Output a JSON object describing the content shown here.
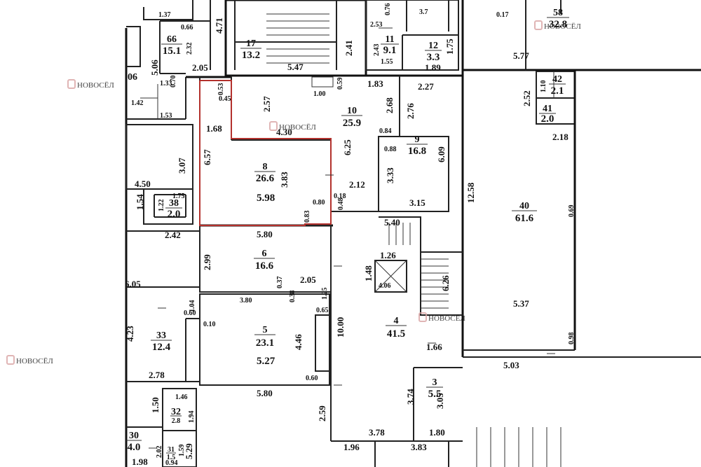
{
  "colors": {
    "highlight": "#b3312d",
    "watermark": "#d9a3a3"
  },
  "watermark": {
    "brand": "НОВОСЁЛ"
  },
  "rooms": {
    "r66": {
      "num": "66",
      "area": "15.1"
    },
    "r17": {
      "num": "17",
      "area": "13.2"
    },
    "r11": {
      "num": "11",
      "area": "9.1"
    },
    "r12": {
      "num": "12",
      "area": "3.3"
    },
    "r58": {
      "num": "58",
      "area": "32.8"
    },
    "r42": {
      "num": "42",
      "area": "2.1"
    },
    "r41": {
      "num": "41",
      "area": "2.0"
    },
    "r10": {
      "num": "10",
      "area": "25.9"
    },
    "r9": {
      "num": "9",
      "area": "16.8"
    },
    "r8": {
      "num": "8",
      "area": "26.6"
    },
    "r38": {
      "num": "38",
      "area": "2.0"
    },
    "r40": {
      "num": "40",
      "area": "61.6"
    },
    "r6": {
      "num": "6",
      "area": "16.6"
    },
    "r4": {
      "num": "4",
      "area": "41.5"
    },
    "r33": {
      "num": "33",
      "area": "12.4"
    },
    "r5": {
      "num": "5",
      "area": "23.1"
    },
    "r3": {
      "num": "3",
      "area": "5.5"
    },
    "r32": {
      "num": "32",
      "area": "2.8"
    },
    "r30": {
      "num": "30",
      "area": "4.0"
    },
    "r31": {
      "num": "31",
      "area": "1.5"
    },
    "r06": {
      "num": "06"
    }
  },
  "dims": {
    "d1_37": "1.37",
    "d0_66": "0.66",
    "d4_71": "4.71",
    "d5_06": "5.06",
    "d2_32": "2.32",
    "d2_05a": "2.05",
    "d0_70": "0.70",
    "d1_33": "1.33",
    "d1_42": "1.42",
    "d1_53": "1.53",
    "d5_47": "5.47",
    "d2_41": "2.41",
    "d0_76": "0.76",
    "d2_53": "2.53",
    "d2_43": "2.43",
    "d1_55": "1.55",
    "d1_75": "1.75",
    "d1_89": "1.89",
    "d3_7": "3.7",
    "d0_17": "0.17",
    "d5_77": "5.77",
    "d0_53": "0.53",
    "d0_45": "0.45",
    "d2_57": "2.57",
    "d1_00": "1.00",
    "d0_59": "0.59",
    "d1_83": "1.83",
    "d2_27": "2.27",
    "d2_68": "2.68",
    "d2_76": "2.76",
    "d1_10": "1.10",
    "d2_52": "2.52",
    "d1_68": "1.68",
    "d4_30": "4.30",
    "d6_25": "6.25",
    "d0_84": "0.84",
    "d0_88": "0.88",
    "d6_09": "6.09",
    "d2_18": "2.18",
    "d3_07": "3.07",
    "d6_57": "6.57",
    "d3_83a": "3.83",
    "d5_98": "5.98",
    "d3_33": "3.33",
    "d2_12": "2.12",
    "d4_50": "4.50",
    "d1_75b": "1.75",
    "d1_54": "1.54",
    "d1_22": "1.22",
    "d0_18": "0.18",
    "d0_80": "0.80",
    "d0_48": "0.48",
    "d3_15": "3.15",
    "d12_58": "12.58",
    "d0_83": "0.83",
    "d0_69": "0.69",
    "d2_42": "2.42",
    "d5_80a": "5.80",
    "d5_40": "5.40",
    "d2_99": "2.99",
    "d1_26": "1.26",
    "d1_48": "1.48",
    "d6_26": "6.26",
    "d2_05b": "2.05",
    "d0_37": "0.37",
    "d6_05": "6.05",
    "d1_04": "1.04",
    "d3_80": "3.80",
    "d0_38": "0.38",
    "d1_25": "1.25",
    "d0_60a": "0.60",
    "d0_10": "0.10",
    "d0_65": "0.65",
    "d5_37": "5.37",
    "d10_00": "10.00",
    "d4_46": "4.46",
    "d4_23": "4.23",
    "d5_27": "5.27",
    "d1_66": "1.66",
    "d0_98": "0.98",
    "d5_03": "5.03",
    "d2_78": "2.78",
    "d0_60b": "0.60",
    "d5_80b": "5.80",
    "d3_74": "3.74",
    "d3_05": "3.05",
    "d1_46": "1.46",
    "d1_50": "1.50",
    "d1_94": "1.94",
    "d2_59": "2.59",
    "d3_78": "3.78",
    "d1_80": "1.80",
    "d5_29": "5.29",
    "d2_02": "2.02",
    "d1_59": "1.59",
    "d1_96": "1.96",
    "d3_83b": "3.83",
    "d1_98": "1.98",
    "d0_94": "0.94",
    "d4_06": "4.06"
  }
}
